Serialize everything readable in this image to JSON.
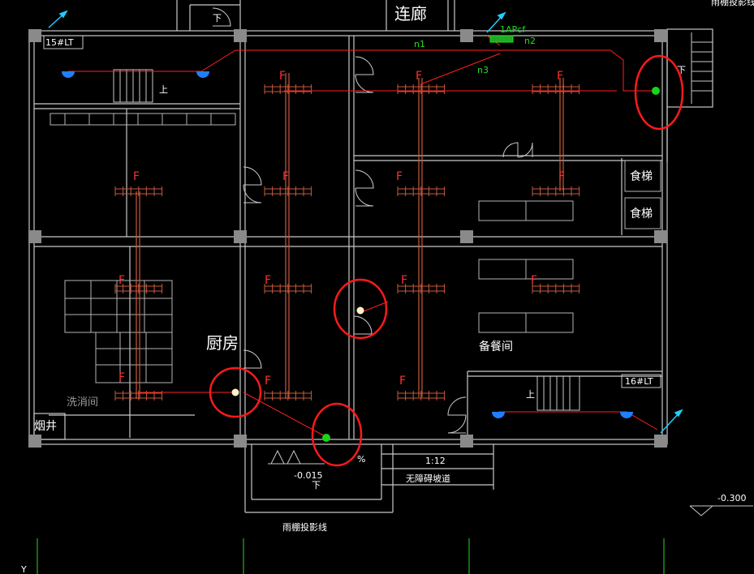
{
  "labels": {
    "top_corridor": "连廊",
    "kitchen": "厨房",
    "prep_room": "备餐间",
    "wash_room": "洗消间",
    "flue": "烟井",
    "food_lift_1": "食梯",
    "food_lift_2": "食梯",
    "stair_15": "15#LT",
    "stair_16": "16#LT",
    "panel": "1APcf",
    "wire_n1": "n1",
    "wire_n2": "n2",
    "wire_n3": "n3",
    "up_1": "上",
    "up_2": "上",
    "down_1": "下",
    "down_2": "下",
    "down_3": "下",
    "elevation_1": "-0.015",
    "elevation_2": "-0.300",
    "ramp_ratio": "1:12",
    "percent": "%",
    "barrier_free": "无障碍坡道",
    "canopy": "雨棚投影线",
    "top_right_note": "雨棚投影线",
    "axis_y": "Y",
    "fan_mark": "F"
  },
  "colors": {
    "wall": "#c8c8c8",
    "column": "#8a8a8a",
    "wire": "#ff2020",
    "duct": "#c85a3a",
    "highlight": "#ff1a1a",
    "detector_green": "#19d419",
    "detector_white": "#fff3c8",
    "blue_fixture": "#1f7fff",
    "cyan_arrow": "#22ccff"
  }
}
